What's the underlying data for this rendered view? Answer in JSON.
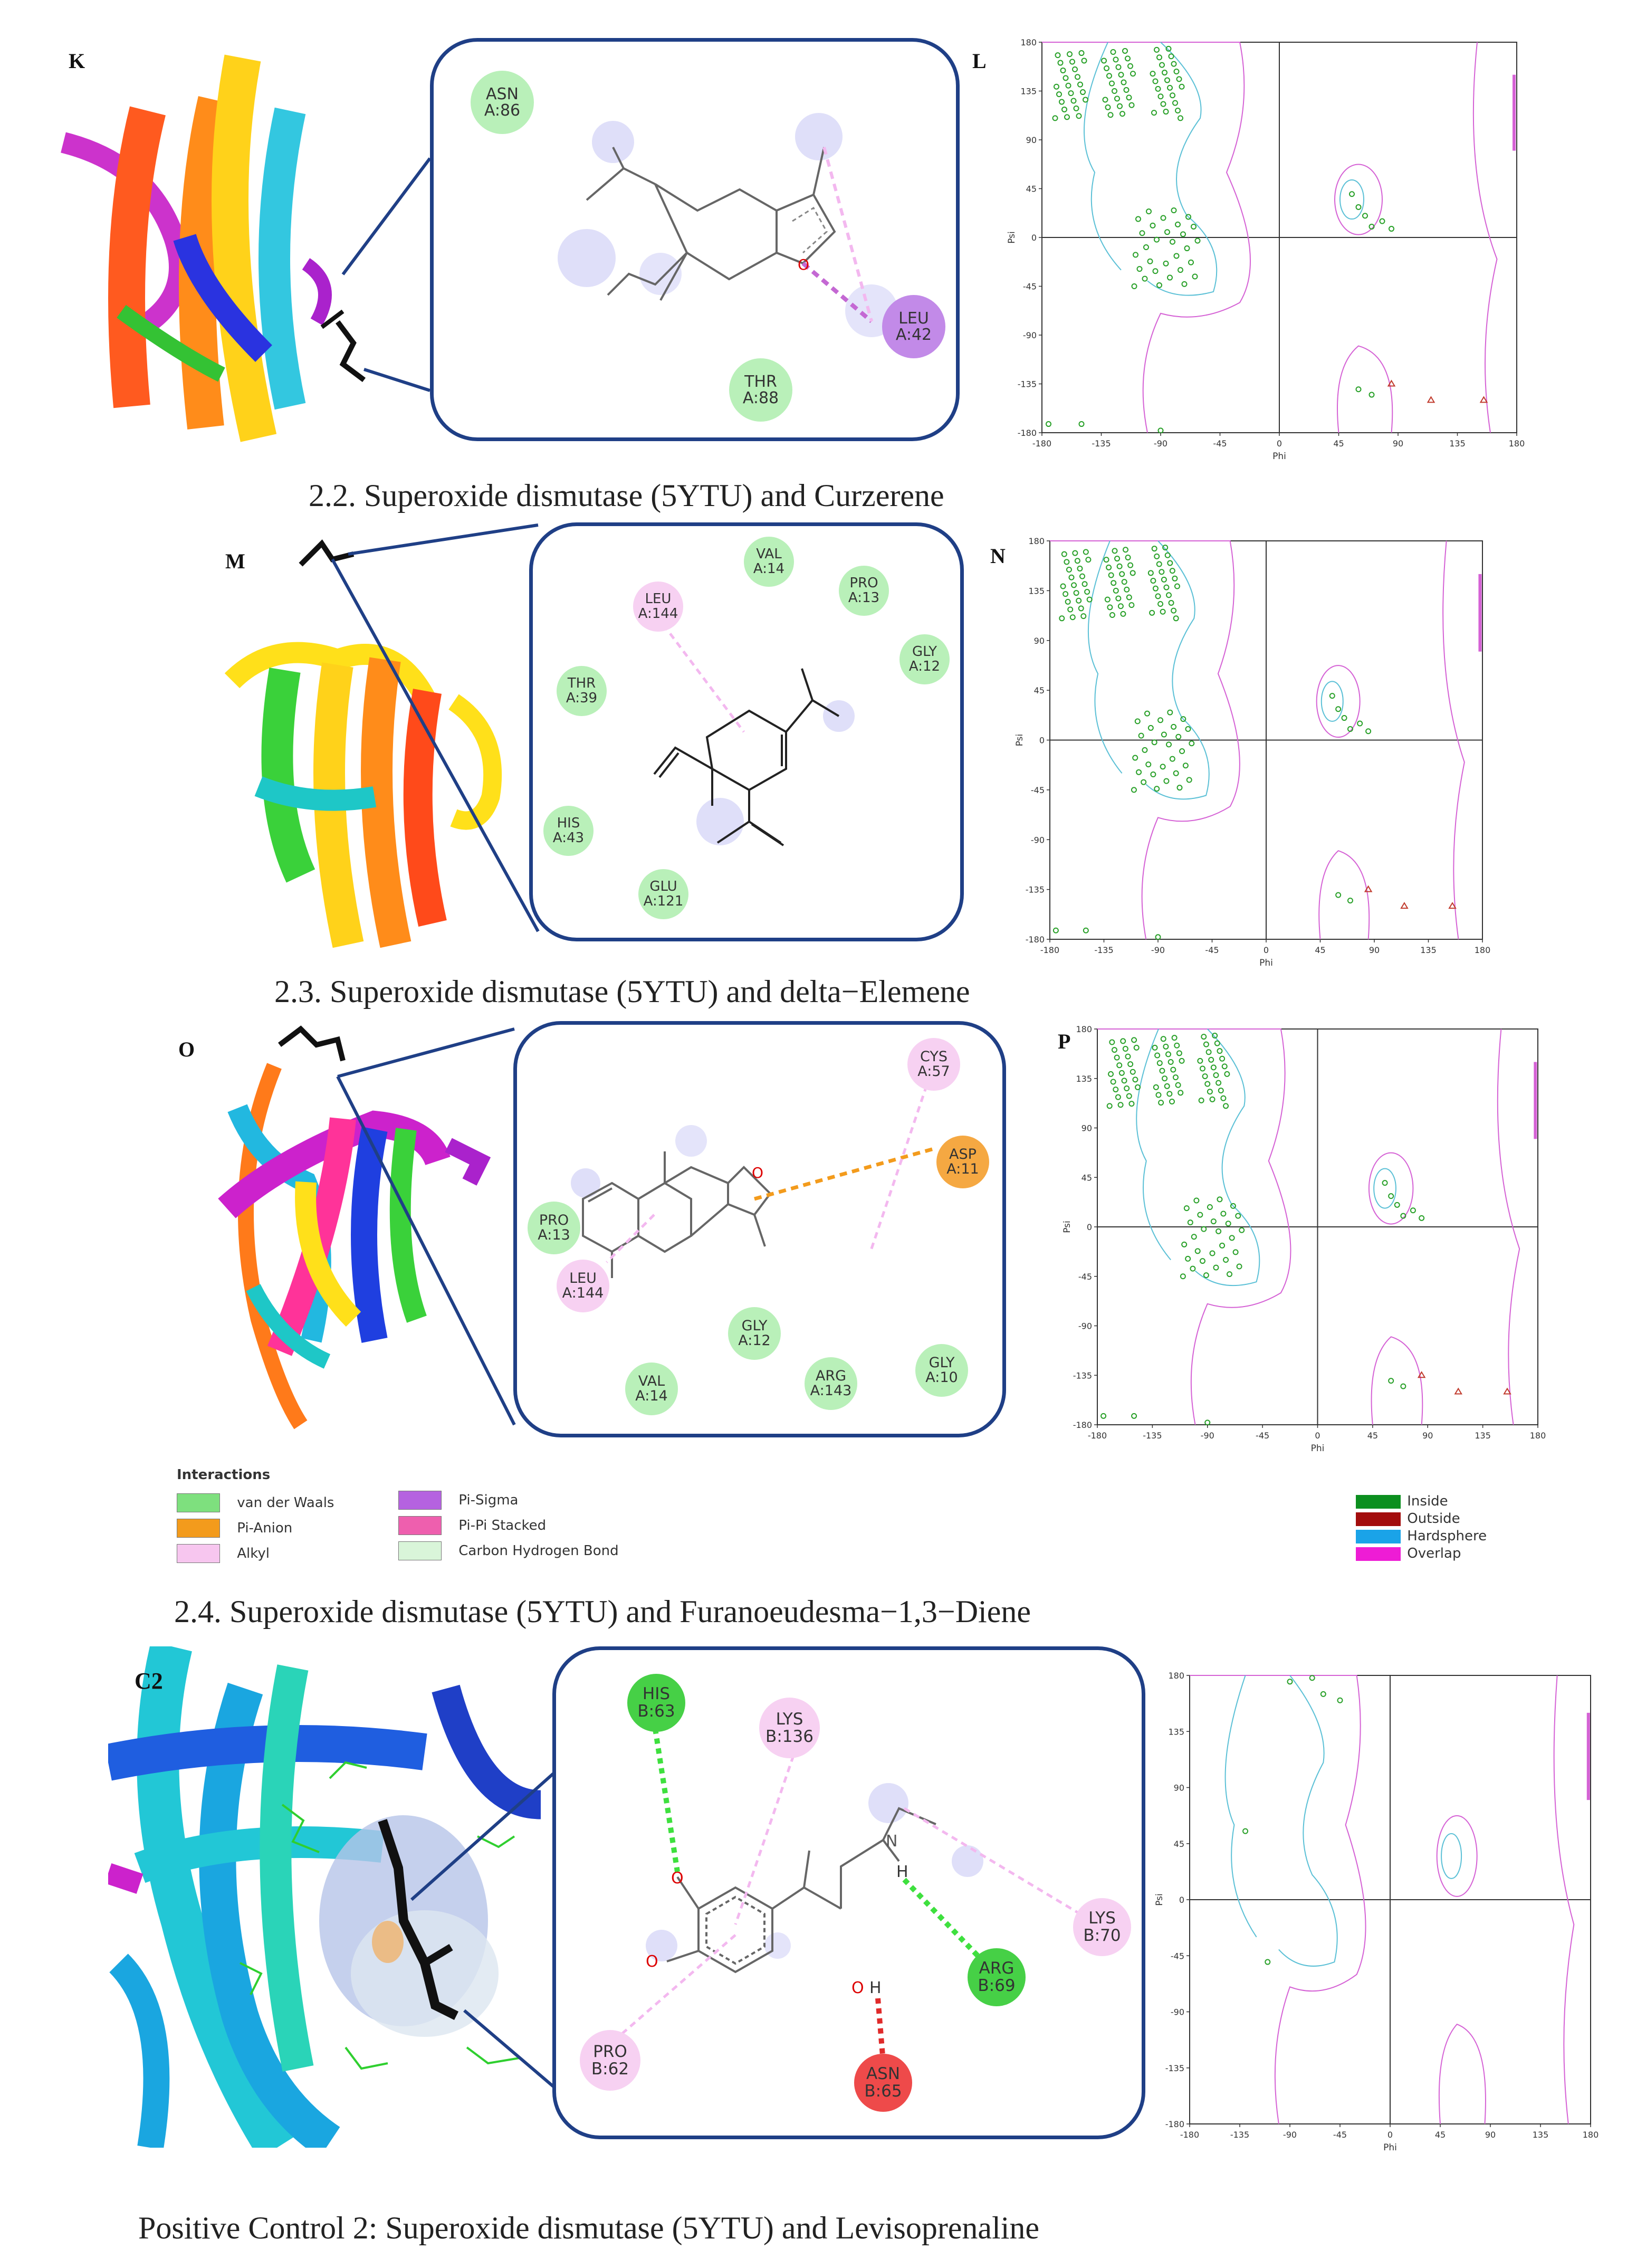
{
  "panels": {
    "k": {
      "letter": "K"
    },
    "l": {
      "letter": "L"
    },
    "m": {
      "letter": "M"
    },
    "n": {
      "letter": "N"
    },
    "o": {
      "letter": "O"
    },
    "p": {
      "letter": "P"
    },
    "c2": {
      "letter": "C2"
    }
  },
  "captions": {
    "s22": "2.2. Superoxide dismutase (5YTU) and Curzerene",
    "s23": "2.3. Superoxide dismutase (5YTU) and delta−Elemene",
    "s24": "2.4. Superoxide dismutase (5YTU) and Furanoeudesma−1,3−Diene",
    "pc2": "Positive Control 2: Superoxide dismutase (5YTU) and Levisoprenaline"
  },
  "residues": {
    "k": [
      {
        "name": "ASN",
        "id": "A:86",
        "type": "vdw"
      },
      {
        "name": "LEU",
        "id": "A:42",
        "type": "pisigma"
      },
      {
        "name": "THR",
        "id": "A:88",
        "type": "vdw"
      }
    ],
    "m": [
      {
        "name": "VAL",
        "id": "A:14",
        "type": "vdw"
      },
      {
        "name": "LEU",
        "id": "A:144",
        "type": "alkyl"
      },
      {
        "name": "PRO",
        "id": "A:13",
        "type": "vdw"
      },
      {
        "name": "GLY",
        "id": "A:12",
        "type": "vdw"
      },
      {
        "name": "THR",
        "id": "A:39",
        "type": "vdw"
      },
      {
        "name": "HIS",
        "id": "A:43",
        "type": "vdw"
      },
      {
        "name": "GLU",
        "id": "A:121",
        "type": "vdw"
      }
    ],
    "o": [
      {
        "name": "CYS",
        "id": "A:57",
        "type": "alkyl"
      },
      {
        "name": "ASP",
        "id": "A:11",
        "type": "pianion"
      },
      {
        "name": "PRO",
        "id": "A:13",
        "type": "vdw"
      },
      {
        "name": "LEU",
        "id": "A:144",
        "type": "alkyl"
      },
      {
        "name": "GLY",
        "id": "A:12",
        "type": "vdw"
      },
      {
        "name": "VAL",
        "id": "A:14",
        "type": "vdw"
      },
      {
        "name": "ARG",
        "id": "A:143",
        "type": "vdw"
      },
      {
        "name": "GLY",
        "id": "A:10",
        "type": "vdw"
      }
    ],
    "c2": [
      {
        "name": "HIS",
        "id": "B:63",
        "type": "hbond"
      },
      {
        "name": "LYS",
        "id": "B:136",
        "type": "alkyl"
      },
      {
        "name": "LYS",
        "id": "B:70",
        "type": "alkyl"
      },
      {
        "name": "ARG",
        "id": "B:69",
        "type": "hbond"
      },
      {
        "name": "PRO",
        "id": "B:62",
        "type": "alkyl"
      },
      {
        "name": "ASN",
        "id": "B:65",
        "type": "unfavorable"
      }
    ]
  },
  "ligand_atoms": {
    "o": "O",
    "h": "H",
    "n": "N"
  },
  "ramachandran": {
    "x_label": "Phi",
    "y_label": "Psi",
    "x_ticks": [
      "-180",
      "-135",
      "-90",
      "-45",
      "0",
      "45",
      "90",
      "135",
      "180"
    ],
    "y_ticks": [
      "180",
      "135",
      "90",
      "45",
      "0",
      "-45",
      "-90",
      "-135",
      "-180"
    ],
    "xlim": [
      -180,
      180
    ],
    "ylim": [
      -180,
      180
    ]
  },
  "interactions_legend": {
    "title": "Interactions",
    "items": [
      {
        "label": "van der Waals",
        "color": "#7ee07e"
      },
      {
        "label": "Pi-Sigma",
        "color": "#b562e0"
      },
      {
        "label": "Pi-Anion",
        "color": "#f39b1c"
      },
      {
        "label": "Pi-Pi Stacked",
        "color": "#ee5fae"
      },
      {
        "label": "Alkyl",
        "color": "#f7c6ef"
      },
      {
        "label": "Carbon Hydrogen Bond",
        "color": "#d9f5d9"
      }
    ]
  },
  "rama_legend": {
    "items": [
      {
        "label": "Inside",
        "color": "#0c8f1f"
      },
      {
        "label": "Outside",
        "color": "#a30d0d"
      },
      {
        "label": "Hardsphere",
        "color": "#1aa3e8"
      },
      {
        "label": "Overlap",
        "color": "#ee1cd5"
      }
    ]
  },
  "colors": {
    "box_border": "#1f3f86",
    "vdw": "#b9f0b9",
    "alkyl": "#f7d1f2",
    "pisigma": "#c28ae8",
    "pianion": "#f5a842",
    "hbond": "#46d046",
    "unfavorable": "#ee4a4a",
    "inside_contour": "#5bc0d6",
    "allowed_contour": "#d562d5",
    "point_green": "#28a028",
    "point_red": "#c0392b"
  }
}
